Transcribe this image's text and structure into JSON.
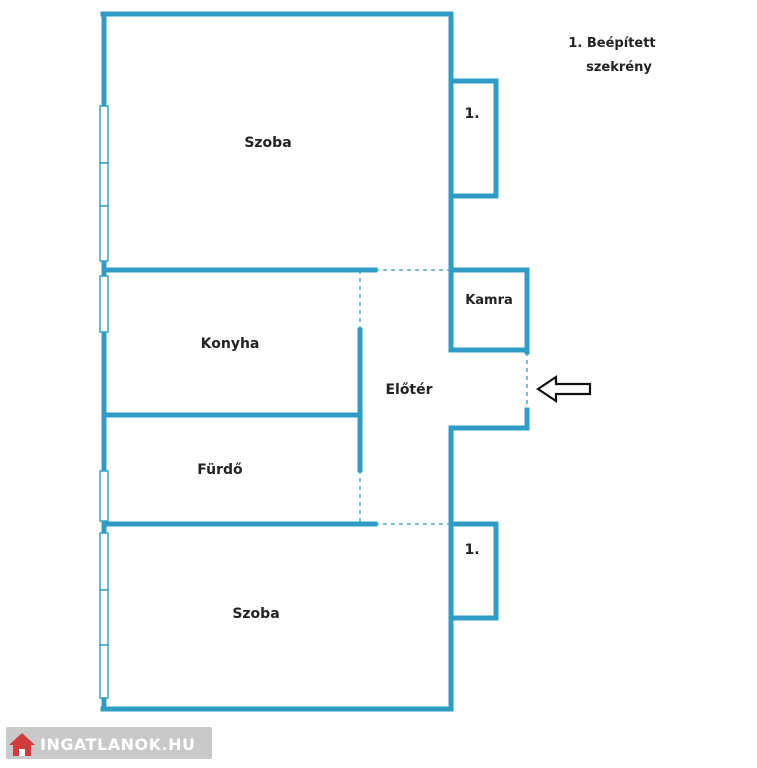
{
  "colors": {
    "wall": "#2e9cc4",
    "window_fill": "#ffffff",
    "window_stroke": "#2e9cc4",
    "text": "#222222",
    "arrow": "#111111",
    "watermark_bg": "#c9c9c9",
    "watermark_house": "#d13a3a"
  },
  "legend": {
    "line1": "1. Beépített",
    "line2": "szekrény"
  },
  "rooms": {
    "szoba_top": "Szoba",
    "konyha": "Konyha",
    "furdo": "Fürdő",
    "szoba_bottom": "Szoba",
    "eloter": "Előtér",
    "kamra": "Kamra"
  },
  "closets": {
    "top": "1.",
    "bottom": "1."
  },
  "entrance_arrow": "arrow-left-icon",
  "watermark": {
    "text": "INGATLANOK.HU",
    "icon": "house-icon"
  }
}
